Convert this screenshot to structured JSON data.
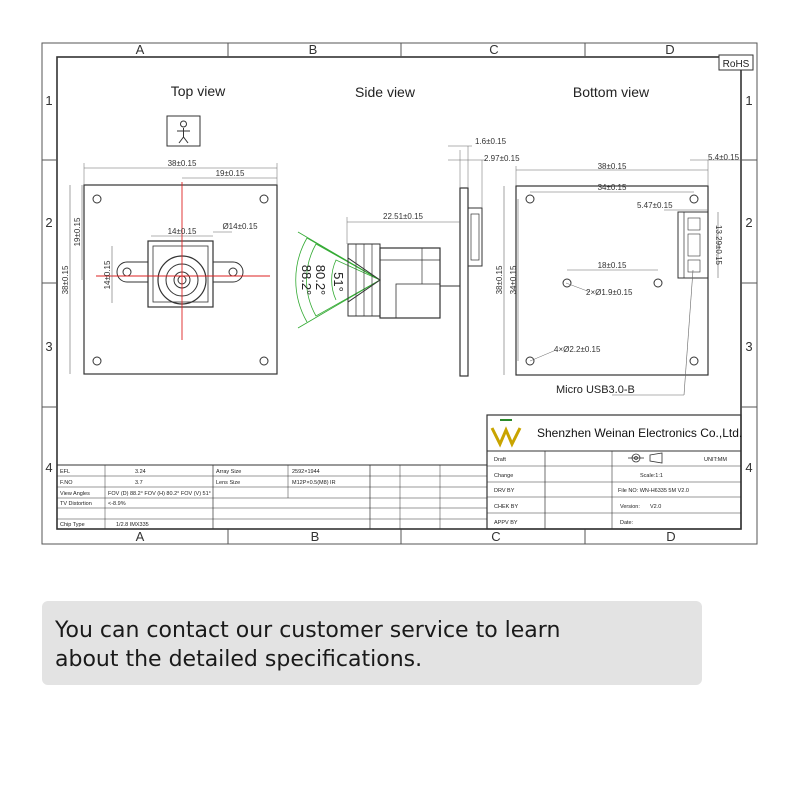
{
  "frame": {
    "col_labels": [
      "A",
      "B",
      "C",
      "D"
    ],
    "row_labels": [
      "1",
      "2",
      "3",
      "4"
    ],
    "rohs": "RoHS"
  },
  "views": {
    "top": "Top view",
    "side": "Side view",
    "bottom": "Bottom view"
  },
  "top_dims": {
    "width": "38±0.15",
    "half_width": "19±0.15",
    "lens_dia": "Ø14±0.15",
    "lens_w": "14±0.15",
    "height": "38±0.15",
    "half_height": "19±0.15",
    "lens_h": "14±0.15"
  },
  "side_dims": {
    "pcb_thk": "1.6±0.15",
    "conn_h": "2.97±0.15",
    "length": "22.51±0.15",
    "angle_1": "51°",
    "angle_2": "80.2°",
    "angle_3": "88.2°"
  },
  "bottom_dims": {
    "width": "38±0.15",
    "edge": "5.4±0.15",
    "hole_span": "34±0.15",
    "conn_off": "5.47±0.15",
    "conn_len": "13.29±0.15",
    "height": "38±0.15",
    "hole_span_v": "34±0.15",
    "small_hole_span": "18±0.15",
    "small_holes": "2×Ø1.9±0.15",
    "mount_holes": "4×Ø2.2±0.15",
    "connector": "Micro USB3.0-B"
  },
  "company": {
    "name": "Shenzhen Weinan Electronics Co.,Ltd.",
    "unit": "UNIT:MM",
    "scale": "Scale:1:1",
    "file_no": "File NO: WN-H6335 5M V2.0",
    "version_label": "Version:",
    "version": "V2.0",
    "date_label": "Date:",
    "rows": [
      "Draft",
      "Change",
      "DRV BY",
      "CHEK BY",
      "APPV BY"
    ]
  },
  "specs": {
    "left": [
      {
        "k": "EFL",
        "v": "3.24"
      },
      {
        "k": "F.NO",
        "v": "3.7"
      },
      {
        "k": "View Angles",
        "v": "FOV (D) 88.2°  FOV (H) 80.2°  FOV (V) 51°"
      },
      {
        "k": "TV Distortion",
        "v": "<-8.9%"
      },
      {
        "k": "Chip Type",
        "v": "1/2.8  IMX335"
      }
    ],
    "right": [
      {
        "k": "Array Size",
        "v": "2592×1944"
      },
      {
        "k": "Lens Size",
        "v": "M12P×0.5(M8) IR"
      }
    ]
  },
  "banner": {
    "line1": "You can contact our customer service to learn",
    "line2": "about the detailed specifications."
  }
}
